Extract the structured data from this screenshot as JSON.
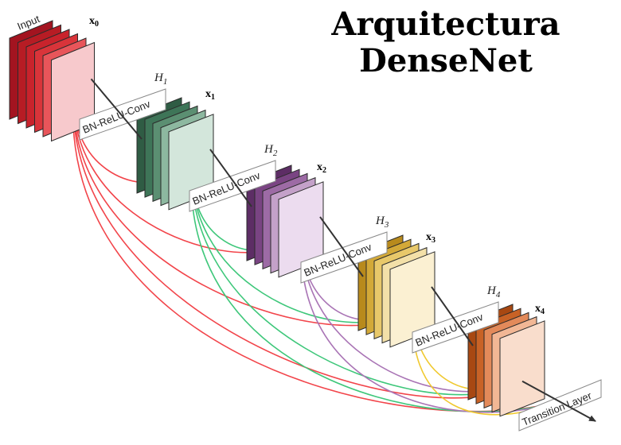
{
  "title": {
    "line1": "Arquitectura",
    "line2": "DenseNet"
  },
  "input_label": "Input",
  "blocks": [
    {
      "x_main": "x",
      "x_sub": "0",
      "h_main": "",
      "h_sub": "",
      "op": "",
      "colors": [
        "#a31420",
        "#b71c24",
        "#c9232c",
        "#d9343a",
        "#e8555a",
        "#f7c9cc"
      ]
    },
    {
      "x_main": "x",
      "x_sub": "1",
      "h_main": "H",
      "h_sub": "1",
      "op": "BN-ReLU-Conv",
      "colors": [
        "#2f5c44",
        "#3e7558",
        "#5b8f72",
        "#8db8a0",
        "#d3e6db"
      ]
    },
    {
      "x_main": "x",
      "x_sub": "2",
      "h_main": "H",
      "h_sub": "2",
      "op": "BN-ReLU-Conv",
      "colors": [
        "#5d2d65",
        "#7a4483",
        "#9d6ba5",
        "#c4a1c9",
        "#ecdcef"
      ]
    },
    {
      "x_main": "x",
      "x_sub": "3",
      "h_main": "H",
      "h_sub": "3",
      "op": "BN-ReLU-Conv",
      "colors": [
        "#b88a1c",
        "#d3a938",
        "#e8c86a",
        "#f3e0a8",
        "#fbf0d2"
      ]
    },
    {
      "x_main": "x",
      "x_sub": "4",
      "h_main": "H",
      "h_sub": "4",
      "op": "BN-ReLU-Conv",
      "colors": [
        "#a84812",
        "#c86226",
        "#e38a5a",
        "#f2b795",
        "#f9ddcc"
      ]
    }
  ],
  "transition_label": "Transition Layer",
  "connection_colors": [
    "#f2444a",
    "#3ec77a",
    "#a974b5",
    "#f0c930"
  ]
}
